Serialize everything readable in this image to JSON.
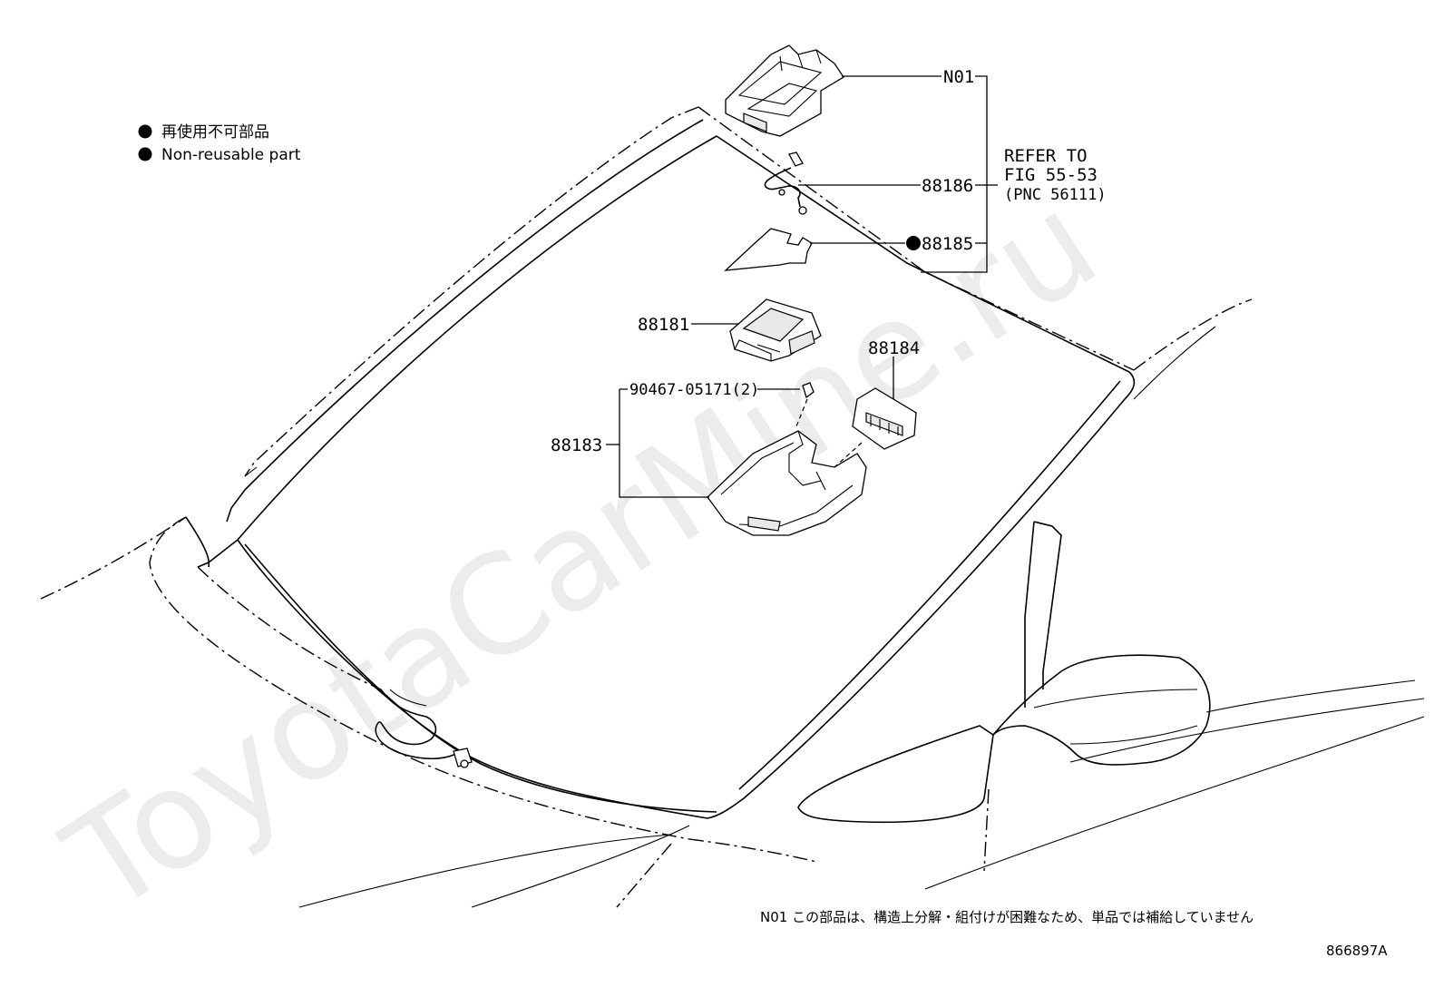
{
  "legend": {
    "items": [
      {
        "label": "再使用不可部品"
      },
      {
        "label": "Non-reusable part"
      }
    ]
  },
  "callouts": {
    "n01": "N01",
    "p88186": "88186",
    "p88185": "88185",
    "p88181": "88181",
    "p88184": "88184",
    "p90467": "90467-05171(2)",
    "p88183": "88183"
  },
  "reference": {
    "line1": "REFER TO",
    "line2": "FIG 55-53",
    "line3": "(PNC 56111)"
  },
  "footnote": "N01 この部品は、構造上分解・組付けが困難なため、単品では補給していません",
  "diagram_code": "866897A",
  "watermark": "ToyotaCarMine.ru"
}
